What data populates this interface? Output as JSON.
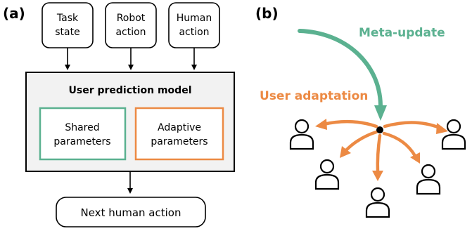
{
  "panel_a": {
    "label": "(a)",
    "inputs": [
      {
        "line1": "Task",
        "line2": "state"
      },
      {
        "line1": "Robot",
        "line2": "action"
      },
      {
        "line1": "Human",
        "line2": "action"
      }
    ],
    "model_title": "User prediction model",
    "shared": {
      "line1": "Shared",
      "line2": "parameters"
    },
    "adaptive": {
      "line1": "Adaptive",
      "line2": "parameters"
    },
    "output": "Next human action"
  },
  "panel_b": {
    "label": "(b)",
    "meta_update": "Meta-update",
    "user_adaptation": "User adaptation"
  },
  "colors": {
    "green": "#5bb190",
    "orange": "#ec8a44",
    "box_fill": "#f2f2f2",
    "black": "#000000"
  }
}
